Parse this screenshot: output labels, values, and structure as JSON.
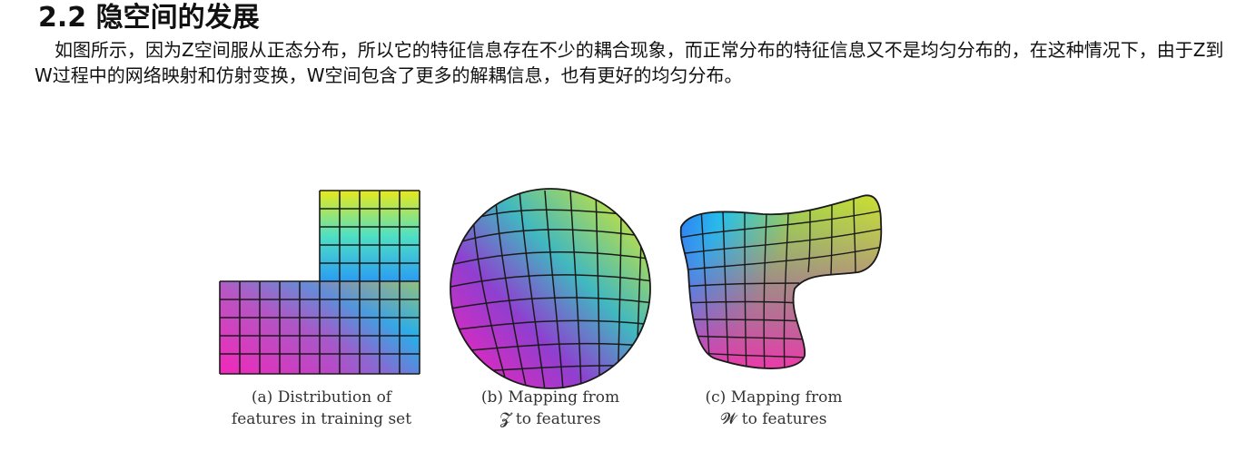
{
  "section": {
    "heading": "2.2 隐空间的发展",
    "paragraph": "如图所示，因为Z空间服从正态分布，所以它的特征信息存在不少的耦合现象，而正常分布的特征信息又不是均匀分布的，在这种情况下，由于Z到W过程中的网络映射和仿射变换，W空间包含了更多的解耦信息，也有更好的均匀分布。"
  },
  "figure": {
    "panels": [
      {
        "caption_line1": "(a) Distribution of",
        "caption_line2": "features in training set"
      },
      {
        "caption_line1": "(b) Mapping from",
        "caption_line2": "𝓩 to features"
      },
      {
        "caption_line1": "(c) Mapping from",
        "caption_line2": "𝓦 to features"
      }
    ],
    "colors": {
      "magenta": "#ff1fb4",
      "blue": "#1e90ff",
      "cyan": "#12e3e0",
      "yellow": "#e8e81a"
    }
  }
}
